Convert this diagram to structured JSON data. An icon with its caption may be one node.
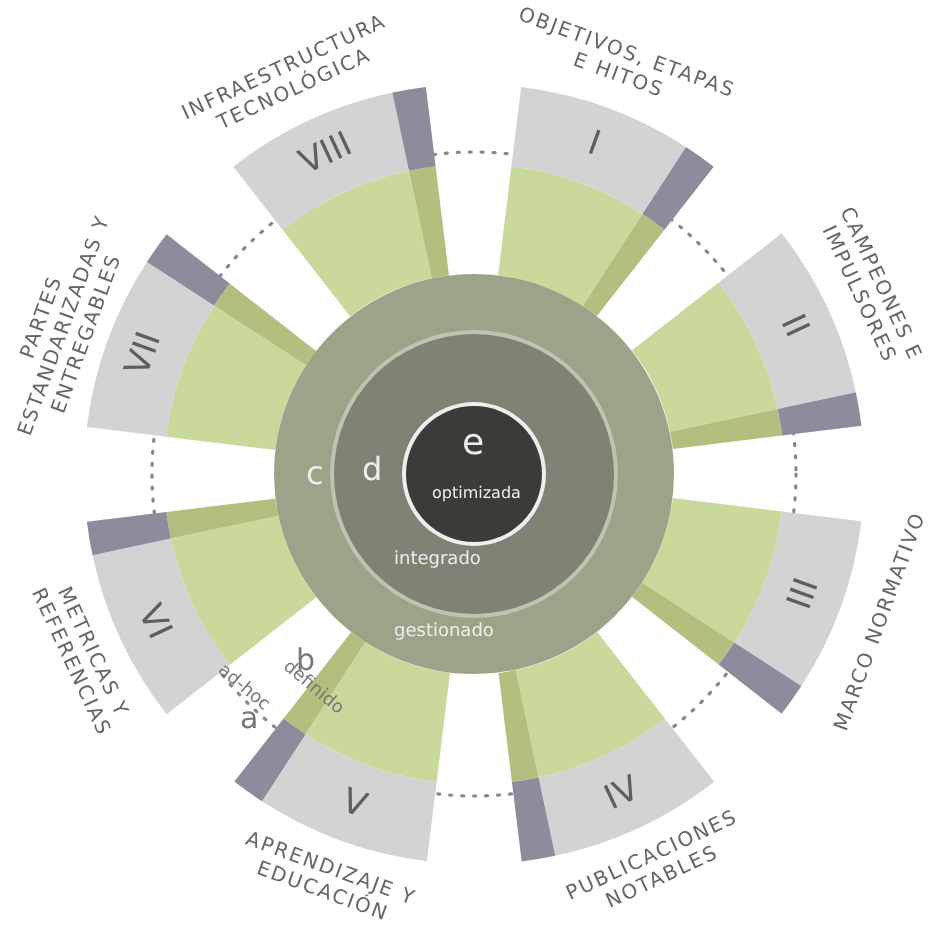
{
  "diagram": {
    "nodes": [
      {
        "text": [
          "I",
          "OBJETIVOS, ETAPAS E HITOS"
        ]
      },
      {
        "text": [
          "II",
          "CAMPEONES E IMPULSORES"
        ]
      },
      {
        "text": [
          "III",
          "MARCO NORMATIVO"
        ]
      },
      {
        "text": [
          "IV",
          "PUBLICACIONES NOTABLES"
        ]
      },
      {
        "text": [
          "V",
          "APRENDIZAJE Y EDUCACIÓN"
        ]
      },
      {
        "text": [
          "VI",
          "METRICAS Y REFERENCIAS"
        ]
      },
      {
        "text": [
          "VII",
          "PARTES ESTANDARIZADAS Y ENTREGABLES"
        ]
      },
      {
        "text": [
          "VIII",
          "INFRAESTRUCTURA TECNOLÓGICA"
        ]
      },
      {
        "text": [
          "c",
          "gestionado"
        ]
      },
      {
        "text": [
          "d",
          "integrado"
        ],
        "in": 8
      },
      {
        "text": [
          "e",
          "optimizada"
        ],
        "in": 9
      }
    ],
    "edges": [],
    "labels": [
      "b",
      "definido",
      "a",
      "ad-hoc"
    ]
  }
}
